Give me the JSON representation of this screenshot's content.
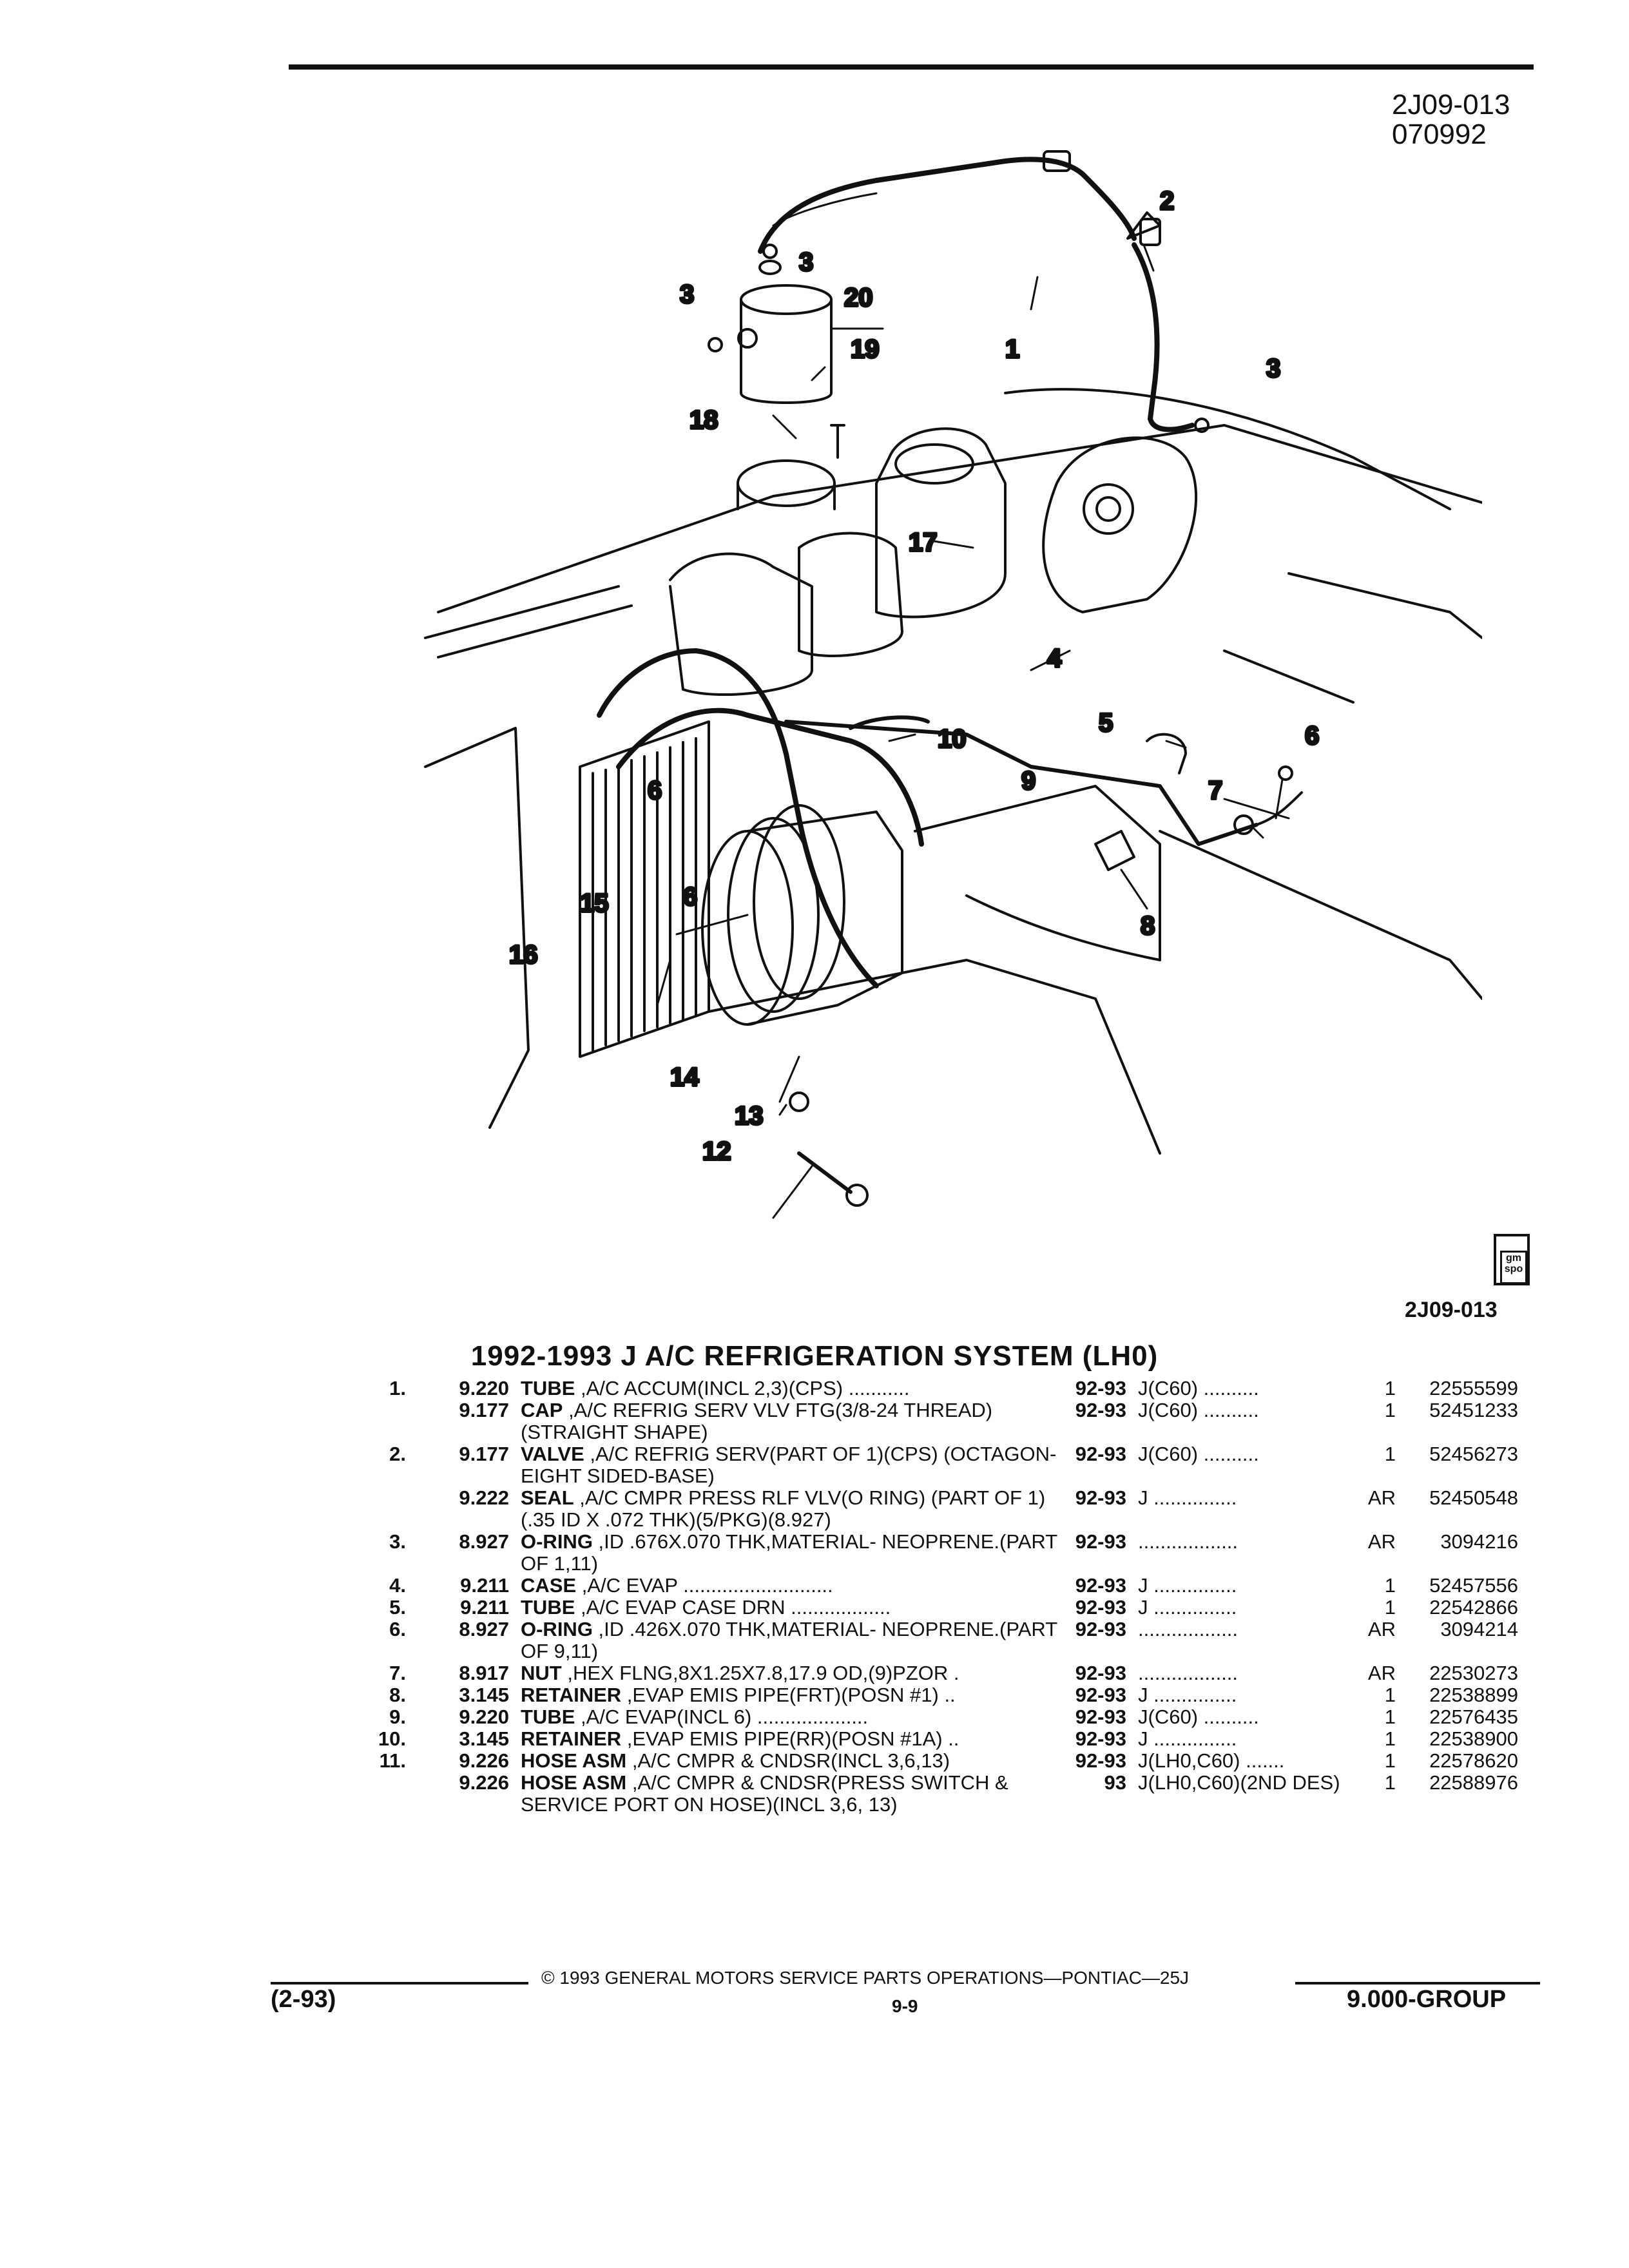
{
  "header": {
    "figure_code": "2J09-013",
    "figure_date": "070992"
  },
  "figure": {
    "callouts": [
      "1",
      "2",
      "3",
      "3",
      "3",
      "4",
      "5",
      "6",
      "6",
      "6",
      "7",
      "8",
      "9",
      "10",
      "12",
      "13",
      "14",
      "15",
      "16",
      "17",
      "18",
      "19",
      "20"
    ],
    "reference": "2J09-013",
    "logo_text": "gm spo"
  },
  "section_title": "1992-1993 J A/C REFRIGERATION SYSTEM (LH0)",
  "parts": [
    {
      "ref": "1.",
      "group": "9.220",
      "name": "TUBE",
      "desc": " ,A/C ACCUM(INCL 2,3)(CPS) ...........",
      "years": "92-93",
      "model": "J(C60) ..........",
      "qty": "1",
      "part": "22555599"
    },
    {
      "ref": "",
      "group": "9.177",
      "name": "CAP",
      "desc": " ,A/C REFRIG SERV VLV FTG(3/8-24 THREAD)(STRAIGHT SHAPE)",
      "years": "92-93",
      "model": "J(C60) ..........",
      "qty": "1",
      "part": "52451233"
    },
    {
      "ref": "2.",
      "group": "9.177",
      "name": "VALVE",
      "desc": " ,A/C REFRIG SERV(PART OF 1)(CPS) (OCTAGON-EIGHT SIDED-BASE)",
      "years": "92-93",
      "model": "J(C60) ..........",
      "qty": "1",
      "part": "52456273"
    },
    {
      "ref": "",
      "group": "9.222",
      "name": "SEAL",
      "desc": " ,A/C CMPR PRESS RLF VLV(O RING) (PART OF 1)(.35 ID X .072 THK)(5/PKG)(8.927)",
      "years": "92-93",
      "model": "J ...............",
      "qty": "AR",
      "part": "52450548"
    },
    {
      "ref": "3.",
      "group": "8.927",
      "name": "O-RING",
      "desc": " ,ID .676X.070 THK,MATERIAL- NEOPRENE.(PART OF 1,11)",
      "years": "92-93",
      "model": "..................",
      "qty": "AR",
      "part": "3094216"
    },
    {
      "ref": "4.",
      "group": "9.211",
      "name": "CASE",
      "desc": " ,A/C EVAP ...........................",
      "years": "92-93",
      "model": "J ...............",
      "qty": "1",
      "part": "52457556"
    },
    {
      "ref": "5.",
      "group": "9.211",
      "name": "TUBE",
      "desc": " ,A/C EVAP CASE DRN ..................",
      "years": "92-93",
      "model": "J ...............",
      "qty": "1",
      "part": "22542866"
    },
    {
      "ref": "6.",
      "group": "8.927",
      "name": "O-RING",
      "desc": " ,ID .426X.070 THK,MATERIAL- NEOPRENE.(PART OF 9,11)",
      "years": "92-93",
      "model": "..................",
      "qty": "AR",
      "part": "3094214"
    },
    {
      "ref": "7.",
      "group": "8.917",
      "name": "NUT",
      "desc": " ,HEX FLNG,8X1.25X7.8,17.9 OD,(9)PZOR .",
      "years": "92-93",
      "model": "..................",
      "qty": "AR",
      "part": "22530273"
    },
    {
      "ref": "8.",
      "group": "3.145",
      "name": "RETAINER",
      "desc": " ,EVAP EMIS PIPE(FRT)(POSN #1) ..",
      "years": "92-93",
      "model": "J ...............",
      "qty": "1",
      "part": "22538899"
    },
    {
      "ref": "9.",
      "group": "9.220",
      "name": "TUBE",
      "desc": " ,A/C EVAP(INCL 6) ....................",
      "years": "92-93",
      "model": "J(C60) ..........",
      "qty": "1",
      "part": "22576435"
    },
    {
      "ref": "10.",
      "group": "3.145",
      "name": "RETAINER",
      "desc": " ,EVAP EMIS PIPE(RR)(POSN #1A) ..",
      "years": "92-93",
      "model": "J ...............",
      "qty": "1",
      "part": "22538900"
    },
    {
      "ref": "11.",
      "group": "9.226",
      "name": "HOSE ASM",
      "desc": " ,A/C CMPR & CNDSR(INCL 3,6,13)",
      "years": "92-93",
      "model": "J(LH0,C60) .......",
      "qty": "1",
      "part": "22578620"
    },
    {
      "ref": "",
      "group": "9.226",
      "name": "HOSE ASM",
      "desc": " ,A/C CMPR & CNDSR(PRESS SWITCH & SERVICE PORT ON HOSE)(INCL 3,6, 13)",
      "years": "93",
      "model": "J(LH0,C60)(2ND DES)",
      "qty": "1",
      "part": "22588976"
    }
  ],
  "footer": {
    "revision": "(2-93)",
    "copyright": "© 1993 GENERAL MOTORS SERVICE PARTS OPERATIONS—PONTIAC—25J",
    "page": "9-9",
    "group": "9.000-GROUP"
  }
}
